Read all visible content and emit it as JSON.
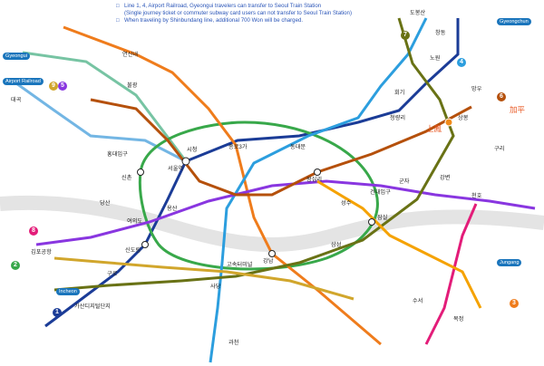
{
  "notes": {
    "bullet": "□",
    "line1": "Line 1, 4, Airport Railroad, Gyeongui travelers can transfer to Seoul Train Station",
    "line2": "(Single journey ticket or commuter subway card users can not transfer to Seoul Train Station)",
    "line3": "When traveling by Shinbundang line, additional 700 Won will be charged."
  },
  "regions": {
    "gyeongui": "Gyeongui",
    "airport": "Airport Railroad",
    "incheon": "Incheon",
    "gyeongchun": "Gyeongchun",
    "jungang": "Jungang"
  },
  "stations": {
    "seoul_station": "서울역",
    "sinchon": "신촌",
    "hongik": "홍대입구",
    "daegok": "대곡",
    "yeonsinnae": "연신내",
    "bulgwang": "불광",
    "dongdaemun": "동대문",
    "jongno3ga": "종로3가",
    "city_hall": "시청",
    "wangsimni": "왕십리",
    "gunja": "군자",
    "cheongnyangni": "청량리",
    "hoegi": "회기",
    "sangbong": "상봉",
    "mangu": "망우",
    "guri": "구리",
    "sadang": "사당",
    "gangnam": "강남",
    "jamsil": "잠실",
    "samseong": "삼성",
    "yongsan": "용산",
    "yeouido": "여의도",
    "sindorim": "신도림",
    "guro": "구로",
    "gimpo_airport": "김포공항",
    "dangsan": "당산",
    "express_bus": "고속터미널",
    "suseo": "수서",
    "konkuk": "건대입구",
    "seongsu": "성수",
    "gasan": "가산디지털단지",
    "nowon": "노원",
    "changdong": "창동",
    "dobongsan": "도봉산",
    "bokjeong": "복정",
    "gwacheon": "과천",
    "cheonho": "천호",
    "gangbyeon": "강변"
  },
  "highlights": {
    "gapyeong": "加平",
    "sangbong_cn": "上鳳"
  },
  "line_numbers": [
    "1",
    "2",
    "3",
    "4",
    "5",
    "6",
    "7",
    "8",
    "9"
  ],
  "colors": {
    "line1": "#1b3c97",
    "line2": "#38a84a",
    "line3": "#ef7c1c",
    "line4": "#2c9ede",
    "line5": "#8936e0",
    "line6": "#b5500b",
    "line7": "#697215",
    "line8": "#e31c79",
    "line9": "#d1a62c",
    "airport": "#73b6e4",
    "gyeongui": "#77c4a3",
    "bundang": "#f5a200",
    "river": "#e4e4e4"
  }
}
